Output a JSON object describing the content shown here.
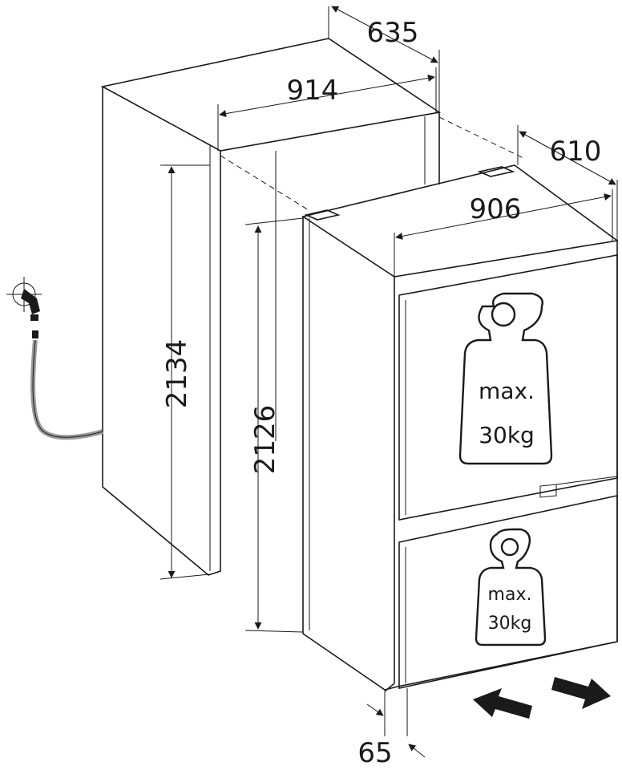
{
  "dimensions": {
    "niche_depth": "635",
    "niche_width": "914",
    "niche_height": "2134",
    "appliance_depth": "610",
    "appliance_width": "906",
    "appliance_height": "2126",
    "plinth_offset": "65"
  },
  "upper_drawer_weight": {
    "line1": "max.",
    "line2": "30kg"
  },
  "lower_drawer_weight": {
    "line1": "max.",
    "line2": "30kg"
  },
  "icons": [
    "water-tap-icon",
    "weight-icon",
    "arrow-in-icon",
    "arrow-out-icon"
  ],
  "colors": {
    "line": "#1a1a1a",
    "hose": "#9a9a9a",
    "background": "#ffffff"
  }
}
